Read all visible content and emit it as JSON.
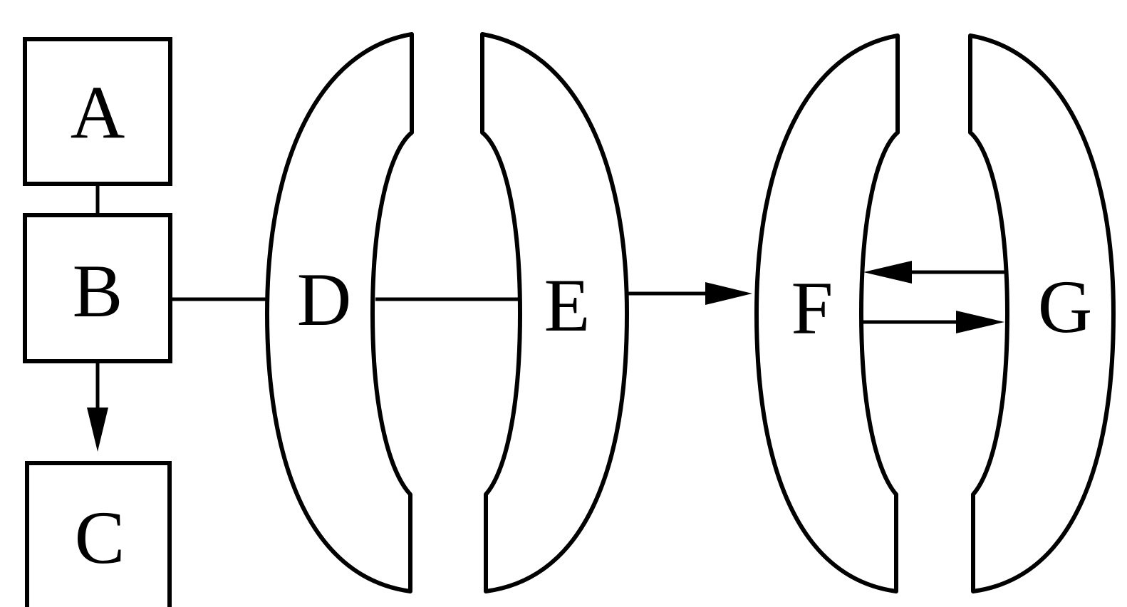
{
  "diagram": {
    "nodes": {
      "A": "A",
      "B": "B",
      "C": "C",
      "D": "D",
      "E": "E",
      "F": "F",
      "G": "G"
    },
    "connections": [
      {
        "from": "A",
        "to": "B",
        "kind": "line"
      },
      {
        "from": "B",
        "to": "C",
        "kind": "arrow"
      },
      {
        "from": "B",
        "to": "D",
        "kind": "line"
      },
      {
        "from": "D",
        "to": "E",
        "kind": "line"
      },
      {
        "from": "E",
        "to": "F",
        "kind": "arrow"
      },
      {
        "from": "G",
        "to": "F",
        "kind": "arrow"
      },
      {
        "from": "F",
        "to": "G",
        "kind": "arrow"
      }
    ],
    "colors": {
      "stroke": "#000000",
      "background": "#ffffff"
    }
  }
}
